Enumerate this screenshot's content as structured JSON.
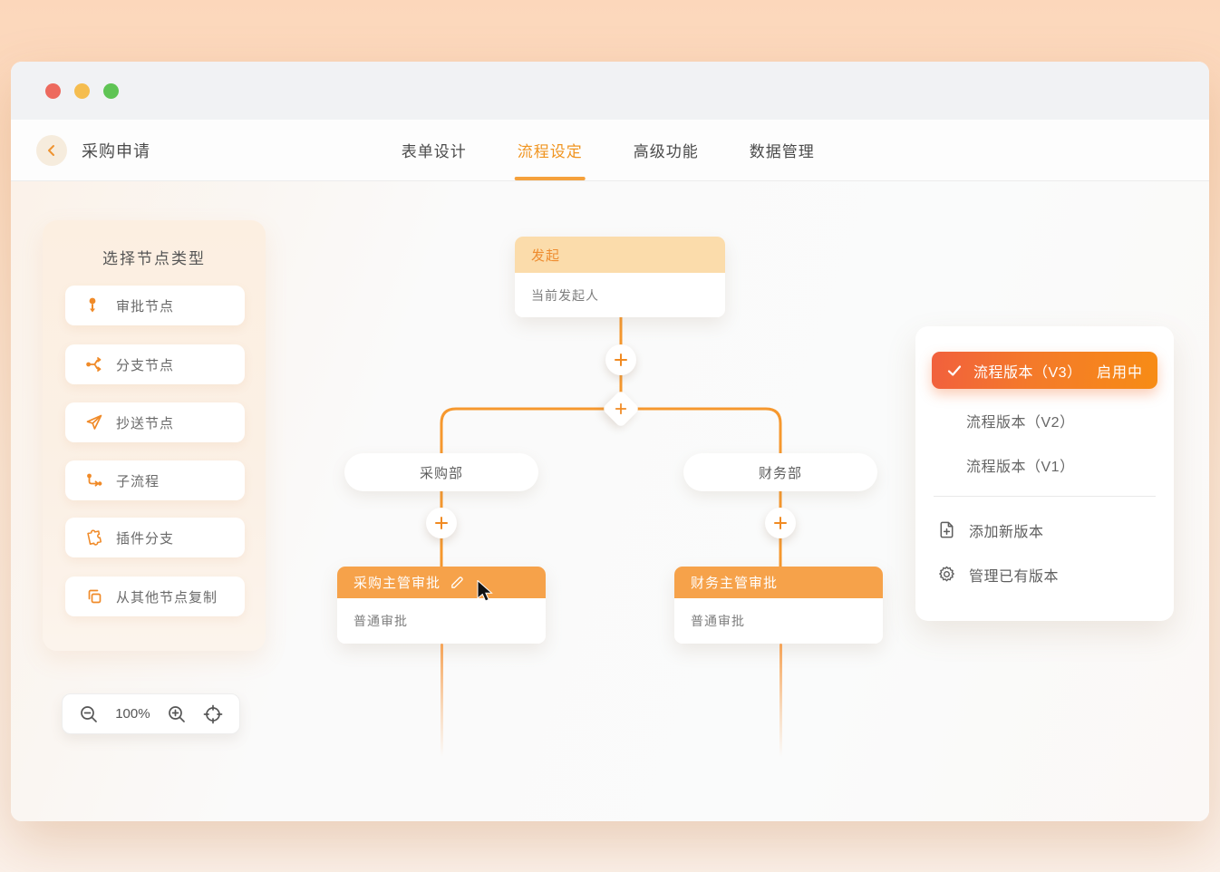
{
  "window": {
    "traffic_lights": {
      "close": "#ed6a5e",
      "minimize": "#f5bd4f",
      "zoom": "#5fc454"
    }
  },
  "header": {
    "title": "采购申请",
    "tabs": [
      {
        "label": "表单设计",
        "active": false
      },
      {
        "label": "流程设定",
        "active": true
      },
      {
        "label": "高级功能",
        "active": false
      },
      {
        "label": "数据管理",
        "active": false
      }
    ]
  },
  "sidebar": {
    "title": "选择节点类型",
    "items": [
      {
        "label": "审批节点",
        "icon": "approval-node-icon"
      },
      {
        "label": "分支节点",
        "icon": "branch-node-icon"
      },
      {
        "label": "抄送节点",
        "icon": "cc-node-icon"
      },
      {
        "label": "子流程",
        "icon": "subflow-icon"
      },
      {
        "label": "插件分支",
        "icon": "plugin-branch-icon"
      },
      {
        "label": "从其他节点复制",
        "icon": "copy-node-icon"
      }
    ]
  },
  "zoom_toolbar": {
    "level": "100%",
    "icons": [
      "zoom-out-icon",
      "zoom-in-icon",
      "locate-icon"
    ]
  },
  "flow": {
    "start_node": {
      "title": "发起",
      "subtitle": "当前发起人"
    },
    "branches": [
      {
        "condition": "采购部",
        "approval": {
          "title": "采购主管审批",
          "subtitle": "普通审批",
          "editing": true
        }
      },
      {
        "condition": "财务部",
        "approval": {
          "title": "财务主管审批",
          "subtitle": "普通审批",
          "editing": false
        }
      }
    ]
  },
  "version_panel": {
    "active_version": {
      "label": "流程版本（V3）",
      "status": "启用中"
    },
    "versions": [
      {
        "label": "流程版本（V2）"
      },
      {
        "label": "流程版本（V1）"
      }
    ],
    "actions": [
      {
        "label": "添加新版本",
        "icon": "add-document-icon"
      },
      {
        "label": "管理已有版本",
        "icon": "gear-icon"
      }
    ]
  },
  "colors": {
    "accent_orange": "#f0941f",
    "flow_line": "#f6982e",
    "start_header_bg": "#fbdcab",
    "approve_header_bg": "#f6a24a",
    "active_pill_gradient": [
      "#f1603d",
      "#f78c15"
    ],
    "page_bg_top": "#fcd7bb",
    "page_bg_bottom": "#fbf1ea"
  }
}
